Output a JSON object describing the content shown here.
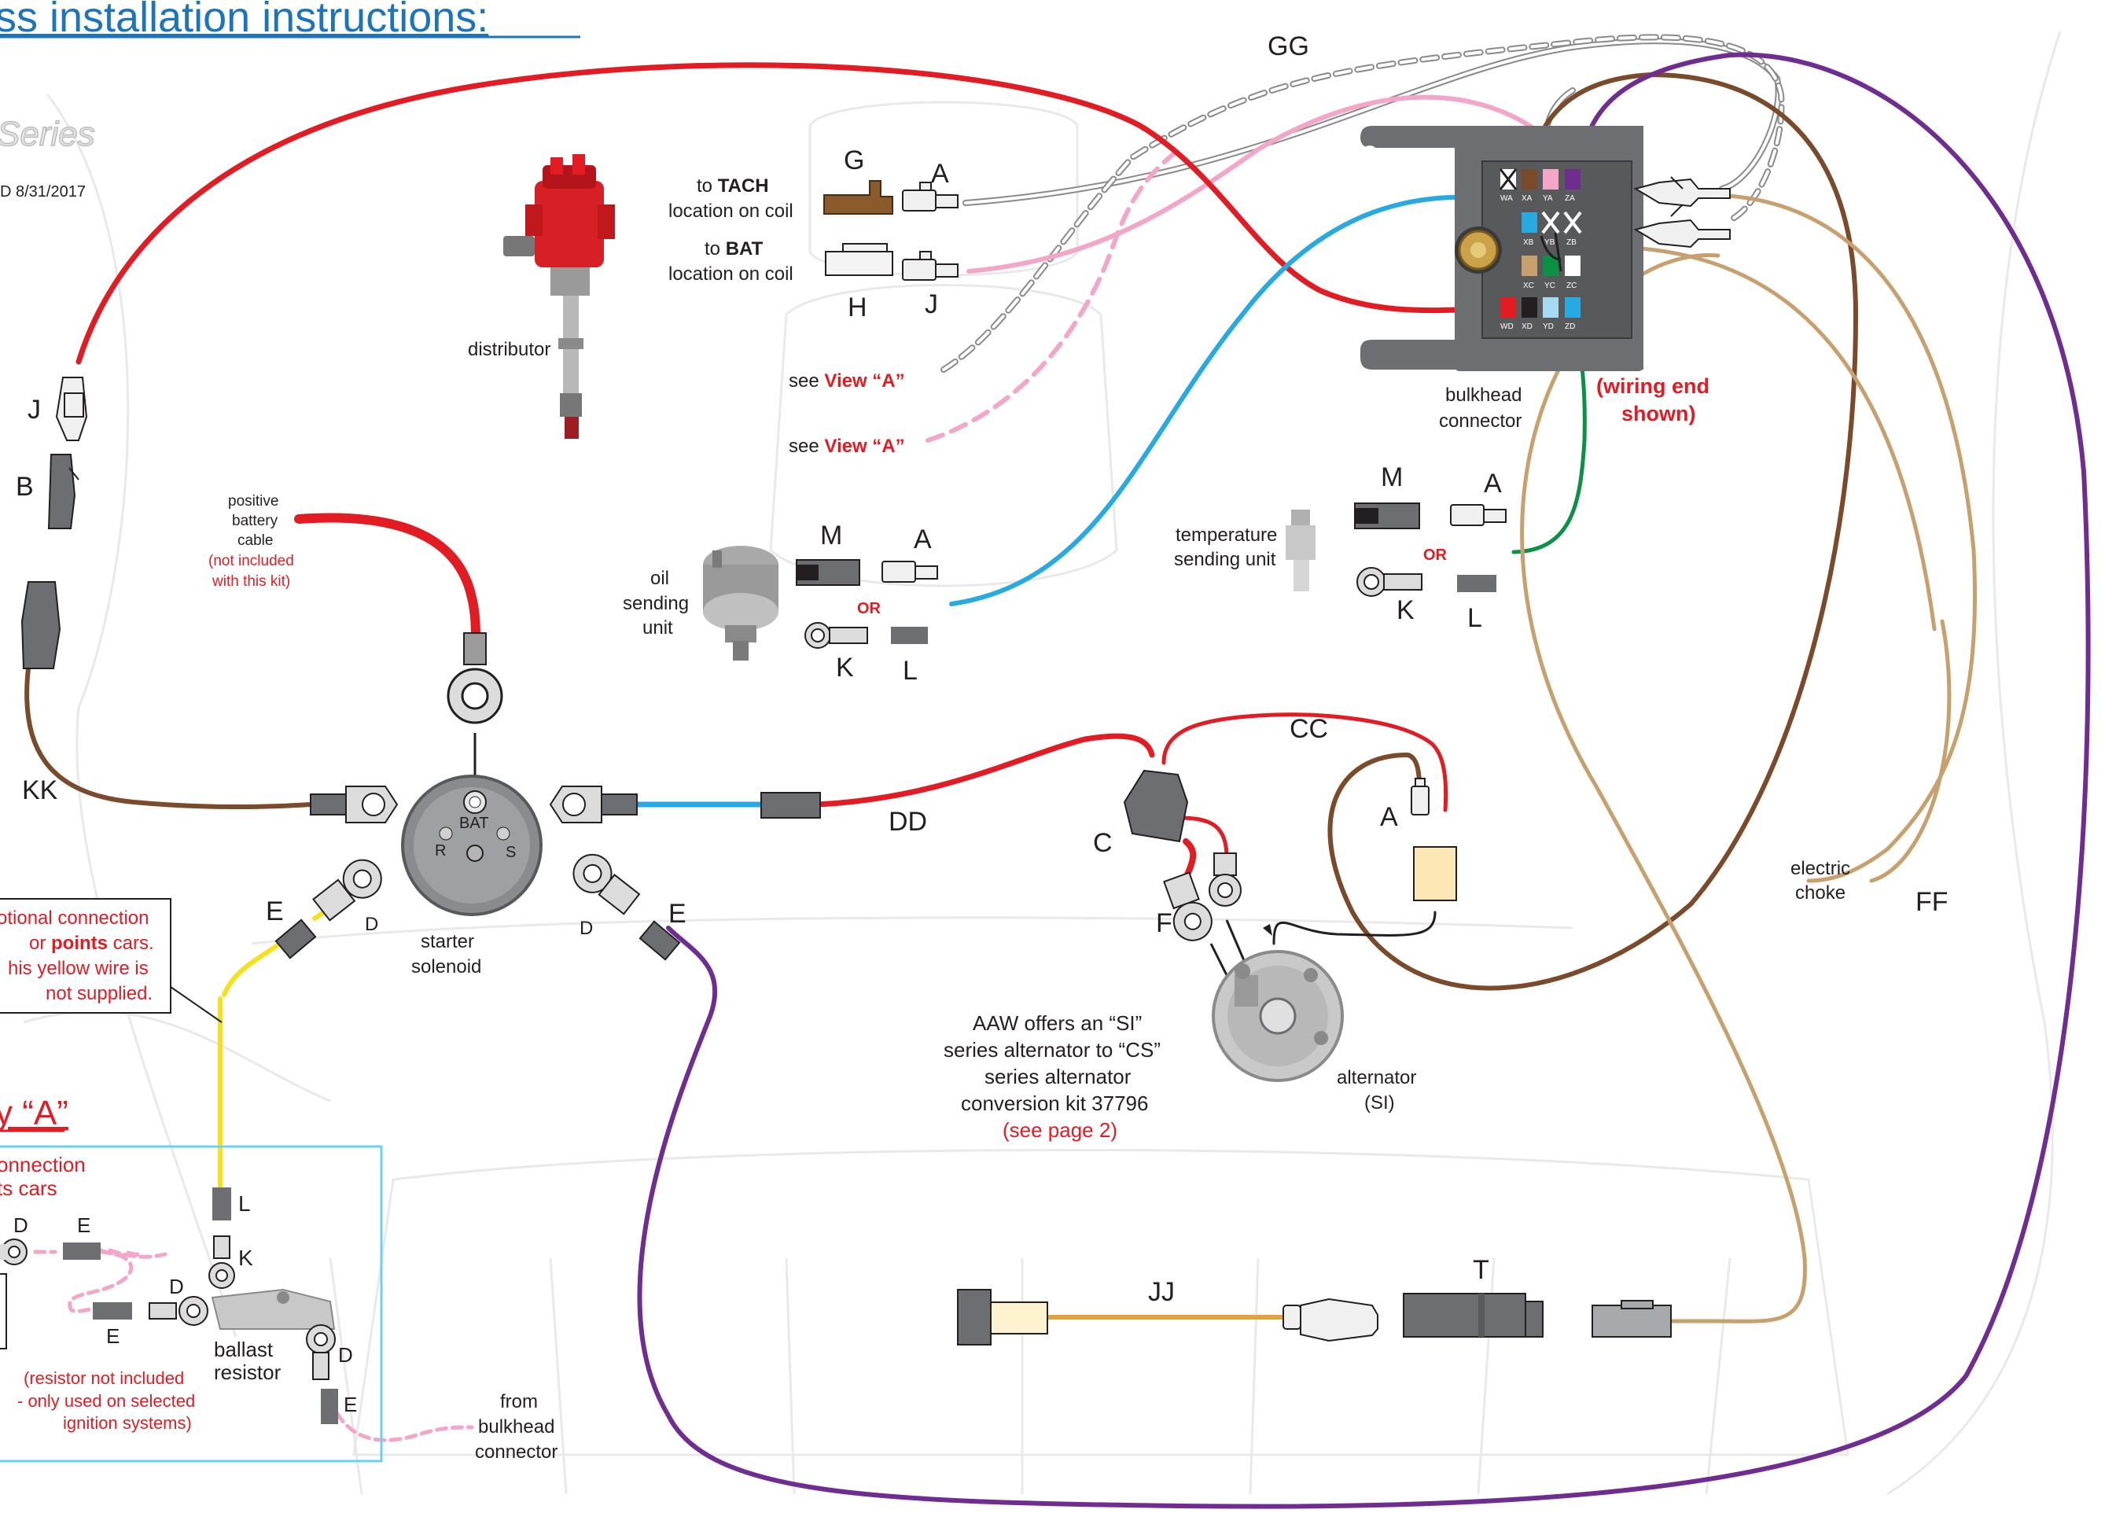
{
  "header": {
    "title": "ss installation instructions:",
    "series": "Series",
    "date": "D  8/31/2017"
  },
  "connector_letters": {
    "J_left": "J",
    "B_left": "B",
    "G": "G",
    "A_tach": "A",
    "H": "H",
    "J_bat": "J",
    "M_oil": "M",
    "A_oil": "A",
    "K_oil": "K",
    "L_oil": "L",
    "M_temp": "M",
    "A_temp": "A",
    "K_temp": "K",
    "L_temp": "L",
    "A_alt": "A",
    "C": "C",
    "F": "F",
    "E_left": "E",
    "E_right": "E",
    "D_left": "D",
    "D_right": "D",
    "L_bottom": "L",
    "K_bottom": "K",
    "D_ballast_top": "D",
    "E_ballast_top": "E",
    "D_ballast_mid": "D",
    "E_ballast_mid": "E",
    "D_ballast_right": "D",
    "E_ballast_right": "E",
    "T": "T"
  },
  "wire_labels": {
    "GG": "GG",
    "KK": "KK",
    "DD": "DD",
    "CC": "CC",
    "FF": "FF",
    "JJ": "JJ"
  },
  "labels": {
    "to_tach_1": "to ",
    "to_tach_bold": "TACH",
    "to_tach_2": "location on coil",
    "to_bat_1": "to ",
    "to_bat_bold": "BAT",
    "to_bat_2": "location on coil",
    "distributor": "distributor",
    "see_1": "see ",
    "view_a_1": "View “A”",
    "see_2": "see ",
    "view_a_2": "View “A”",
    "bulkhead_1": "bulkhead",
    "bulkhead_2": "connector",
    "wiring_end_1": "(wiring end",
    "wiring_end_2": "shown)",
    "pos_cable_1": "positive",
    "pos_cable_2": "battery",
    "pos_cable_3": "cable",
    "not_included_1": "(not included",
    "not_included_2": "with this kit)",
    "oil_1": "oil",
    "oil_2": "sending",
    "oil_3": "unit",
    "or_oil": "OR",
    "or_temp": "OR",
    "temp_1": "temperature",
    "temp_2": "sending unit",
    "solenoid_bat": "BAT",
    "solenoid_r": "R",
    "solenoid_s": "S",
    "starter_1": "starter",
    "starter_2": "solenoid",
    "optional_1": "otional connection",
    "optional_2a": "or ",
    "optional_2b": "points",
    "optional_2c": " cars.",
    "optional_3": "his yellow wire is",
    "optional_4": "not supplied.",
    "aaw_1": "AAW offers an “SI”",
    "aaw_2": "series alternator to “CS”",
    "aaw_3": "series alternator",
    "aaw_4": "conversion kit 37796",
    "aaw_5": "(see page 2)",
    "alternator_1": "alternator",
    "alternator_2": "(SI)",
    "choke_1": "electric",
    "choke_2": "choke",
    "view_a_title": "y “A”",
    "view_conn_1": "onnection",
    "view_conn_2": "ts cars",
    "ballast_1": "ballast",
    "ballast_2": "resistor",
    "resistor_note_1": "(resistor not included",
    "resistor_note_2": "- only used on selected",
    "resistor_note_3": "ignition systems)",
    "from_1": "from",
    "from_2": "bulkhead",
    "from_3": "connector"
  },
  "bulkhead_pins": {
    "top": [
      "WA",
      "XA",
      "YA",
      "ZA"
    ],
    "row2": [
      "XB",
      "YB",
      "ZB"
    ],
    "row3": [
      "XC",
      "YC",
      "ZC"
    ],
    "bottom": [
      "WD",
      "XD",
      "YD",
      "ZD"
    ]
  },
  "colors": {
    "red": "#e31b23",
    "brown": "#7b4a2a",
    "purple": "#6f2c91",
    "pink": "#f4a6c8",
    "blue": "#27a9e1",
    "green": "#0a9143",
    "tan": "#c8a06e",
    "yellow": "#f7e11b",
    "orange": "#e3a33a",
    "gray": "#6d6e71",
    "text_red": "#e31b23",
    "header_blue": "#1c75bc"
  }
}
